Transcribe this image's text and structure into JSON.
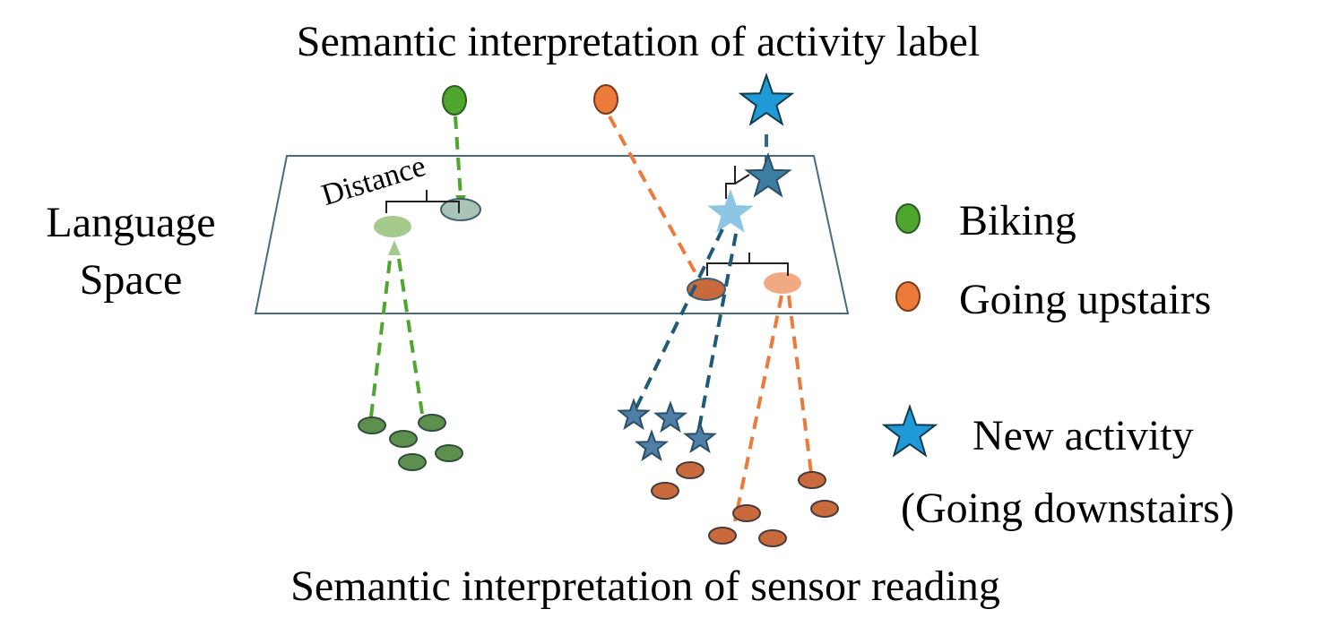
{
  "title_top": "Semantic interpretation of activity label",
  "title_bottom": "Semantic interpretation of sensor reading",
  "plane_label_line1": "Language",
  "plane_label_line2": "Space",
  "distance_label": "Distance",
  "legend": [
    {
      "label": "Biking",
      "marker": "circle",
      "color": "#4fa62f"
    },
    {
      "label": "Going upstairs",
      "marker": "circle",
      "color": "#ec7a3a"
    },
    {
      "label": "New activity",
      "marker": "star",
      "color": "#1e9bd6"
    },
    {
      "label": "(Going downstairs)",
      "marker": "none",
      "color": "#000000"
    }
  ],
  "colors": {
    "biking": "#4fa62f",
    "biking_dark": "#5f8f4e",
    "biking_light": "#a6c98e",
    "upstairs": "#ec7a3a",
    "upstairs_dark": "#c86a3c",
    "upstairs_light": "#f1a984",
    "new_activity": "#1e9bd6",
    "downstairs_dark": "#3e7da3",
    "downstairs_sensor": "#4f7ea6",
    "downstairs_light": "#8cc6e4",
    "plane_stroke": "#4a6b7a"
  }
}
